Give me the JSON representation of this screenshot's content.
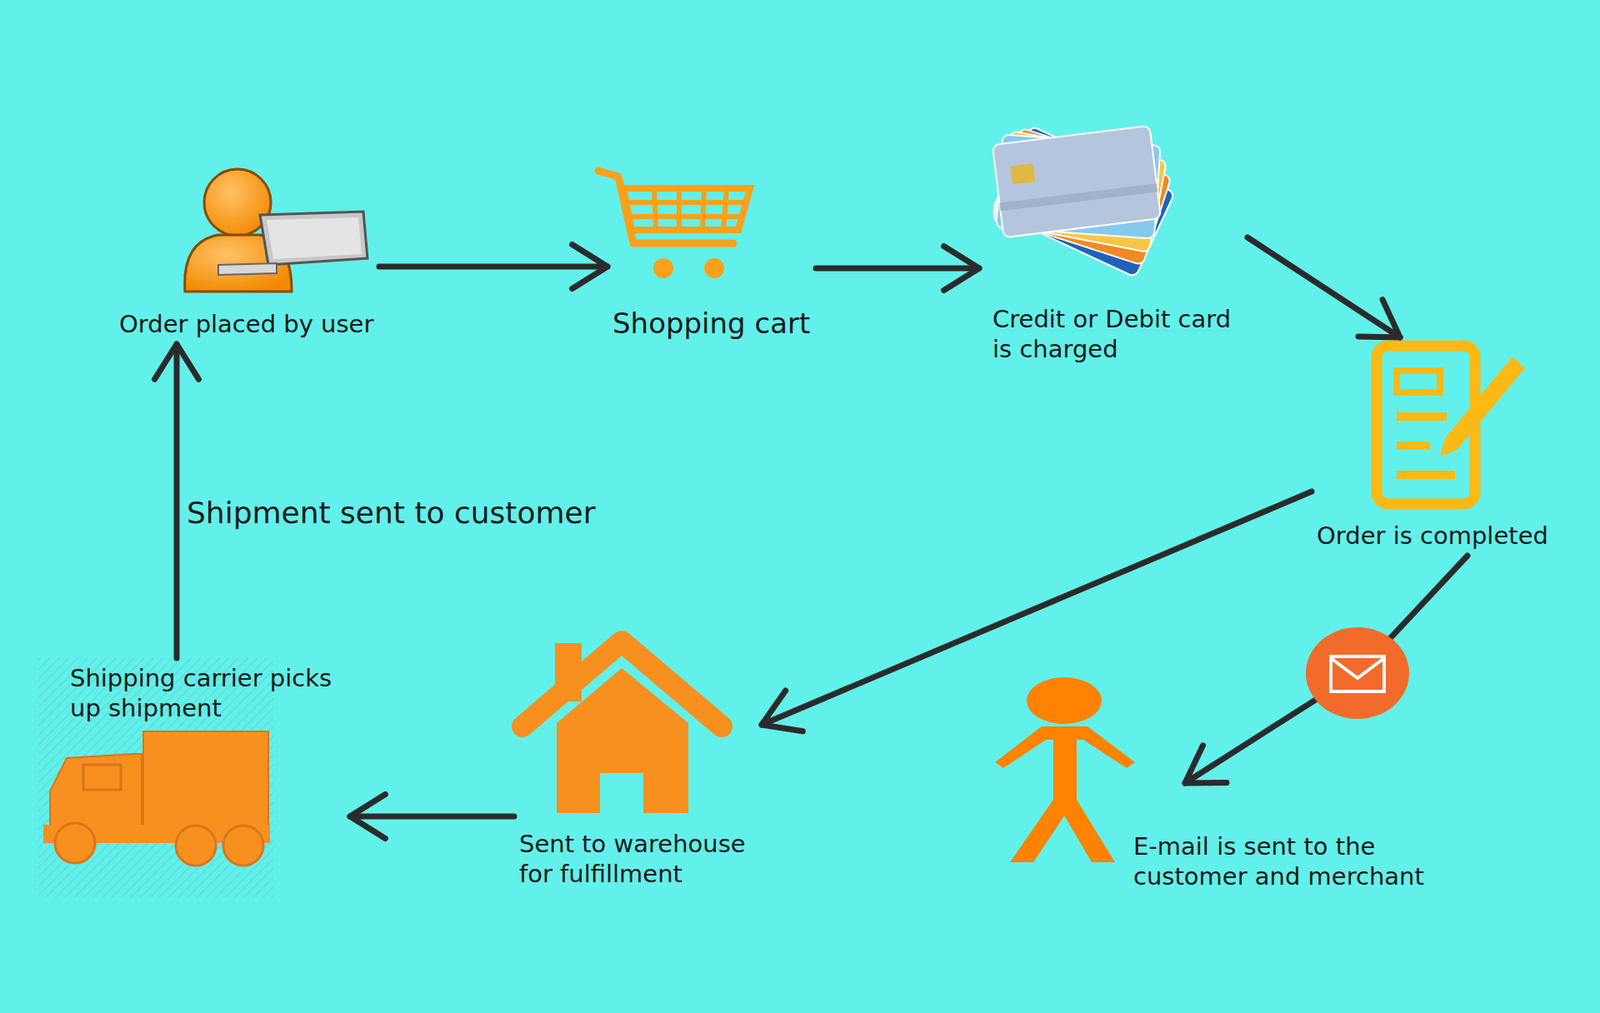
{
  "diagram": {
    "nodes": [
      {
        "text": [
          "Order placed by user"
        ]
      },
      {
        "text": [
          "Shopping cart"
        ]
      },
      {
        "text": [
          "Credit or Debit card is charged"
        ]
      },
      {
        "text": [
          "Order is completed"
        ]
      },
      {
        "text": [
          "E-mail is sent to the customer and merchant"
        ]
      },
      {
        "text": [
          "Sent to warehouse for fulfillment"
        ]
      },
      {
        "text": [
          "Shipping carrier picks up shipment"
        ]
      }
    ],
    "edges": [
      {
        "from": 0,
        "to": 1,
        "arrow": "to"
      },
      {
        "from": 1,
        "to": 2,
        "arrow": "to"
      },
      {
        "from": 2,
        "to": 3,
        "arrow": "to"
      },
      {
        "from": 3,
        "to": 4,
        "arrow": "to"
      },
      {
        "from": 3,
        "to": 5,
        "arrow": "to"
      },
      {
        "from": 5,
        "to": 6,
        "arrow": "to"
      },
      {
        "from": 6,
        "to": 0,
        "arrow": "to",
        "label": "Shipment sent to customer"
      }
    ]
  }
}
